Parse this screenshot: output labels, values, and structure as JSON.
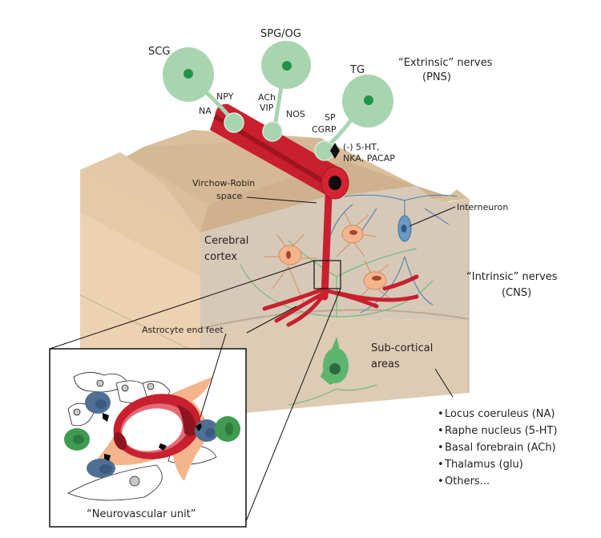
{
  "figure": {
    "extrinsic": {
      "title_line1": "“Extrinsic” nerves",
      "title_line2": "(PNS)",
      "ganglia": [
        {
          "name": "SCG",
          "transmitters": [
            "NA",
            "NPY"
          ]
        },
        {
          "name": "SPG/OG",
          "transmitters": [
            "ACh",
            "VIP",
            "NOS"
          ]
        },
        {
          "name": "TG",
          "transmitters": [
            "SP",
            "CGRP"
          ]
        }
      ],
      "modulators_line1": "(-) 5-HT,",
      "modulators_line2": "NKA, PACAP"
    },
    "labels": {
      "virchow_line1": "Virchow-Robin",
      "virchow_line2": "space",
      "interneuron": "Interneuron",
      "cerebral_line1": "Cerebral",
      "cerebral_line2": "cortex",
      "astrocyte": "Astrocyte end feet",
      "subcortical_line1": "Sub-cortical",
      "subcortical_line2": "areas",
      "neurovascular_unit": "“Neurovascular unit”"
    },
    "intrinsic": {
      "title_line1": "“Intrinsic” nerves",
      "title_line2": "(CNS)"
    },
    "subcortical_sources": [
      "Locus coeruleus (NA)",
      "Raphe nucleus (5-HT)",
      "Basal forebrain (ACh)",
      "Thalamus (glu)",
      "Others..."
    ],
    "colors": {
      "vessel": "#c8202f",
      "vessel_dark": "#8e1420",
      "ganglion": "#a9d4b0",
      "ganglion_nucleus": "#21944a",
      "tissue_top": "#dcc4a4",
      "tissue_side": "#e8cfb0",
      "tissue_cortex": "#d6c8b6",
      "astrocyte": "#f4b48c",
      "interneuron": "#6c99c4",
      "neuron_green": "#5cb56e"
    }
  }
}
